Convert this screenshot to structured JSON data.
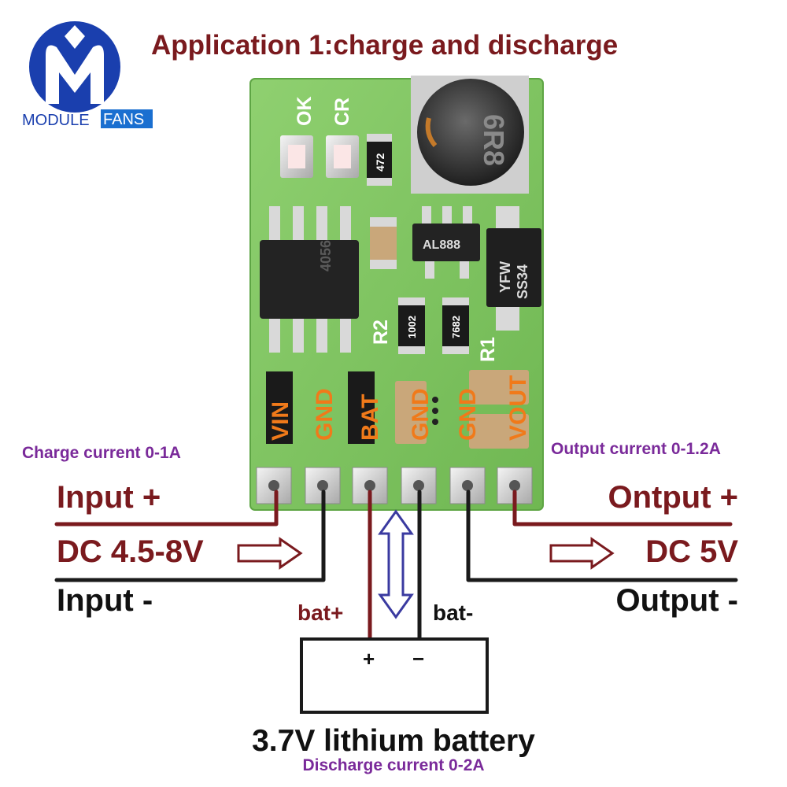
{
  "brand": {
    "word1": "MODULE",
    "word2": "FANS"
  },
  "title": "Application 1:charge and discharge",
  "board": {
    "silk_ok": "OK",
    "silk_cr": "CR",
    "silk_r2": "R2",
    "silk_r1": "R1",
    "resistor_1": "472",
    "resistor_2": "1002",
    "resistor_3": "7682",
    "inductor_marking": "6R8",
    "chip_1": "4056",
    "chip_2": "AL888",
    "diode_line1": "YFW",
    "diode_line2": "SS34"
  },
  "pins": [
    "VIN",
    "GND",
    "BAT",
    "GND",
    "GND",
    "VOUT"
  ],
  "labels": {
    "charge_current": "Charge current 0-1A",
    "output_current": "Output current 0-1.2A",
    "input_plus": "Input +",
    "input_voltage": "DC 4.5-8V",
    "input_minus": "Input -",
    "output_plus": "Ontput +",
    "output_voltage": "DC 5V",
    "output_minus": "Output -",
    "bat_plus": "bat+",
    "bat_minus": "bat-",
    "battery_plus_sign": "+",
    "battery_minus_sign": "−",
    "battery_name": "3.7V lithium battery",
    "discharge_current": "Discharge current 0-2A"
  },
  "colors": {
    "brand_blue": "#1a3fae",
    "brand_orange": "#f08a1a",
    "wire_red": "#7a1a1e",
    "wire_black": "#1a1a1a",
    "pin_label_orange": "#f07a1a",
    "current_purple": "#7a2a9a",
    "pcb_green": "#7cc35e",
    "bidirectional_arrow": "#3a3aa0"
  }
}
